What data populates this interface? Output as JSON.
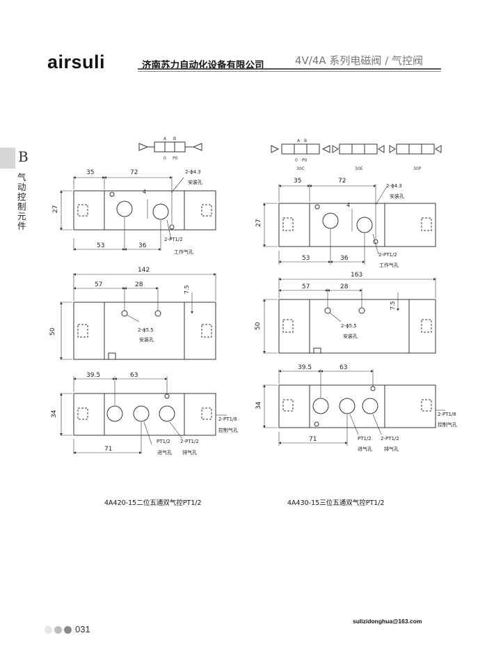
{
  "header": {
    "brand": "airsuli",
    "company": "济南苏力自动化设备有限公司",
    "series": "4V/4A 系列电磁阀 / 气控阀"
  },
  "side_tab": {
    "letter": "B",
    "text": "气动控制元件"
  },
  "left_drawing": {
    "symbol_labels": [
      "A",
      "B",
      "0",
      "P0"
    ],
    "top_view": {
      "dims": [
        "35",
        "72",
        "27",
        "4",
        "53",
        "36"
      ],
      "callouts": [
        "2-ϕ4.3",
        "安装孔",
        "2-PT1/2",
        "工作气孔"
      ]
    },
    "bottom_view": {
      "dims": [
        "142",
        "57",
        "28",
        "7.5",
        "50"
      ],
      "callouts": [
        "2-ϕ5.5",
        "安装孔"
      ]
    },
    "side_view": {
      "dims": [
        "39.5",
        "63",
        "34",
        "71"
      ],
      "callouts": [
        "2-PT1/8",
        "控制气孔",
        "PT1/2",
        "进气孔",
        "2-PT1/2",
        "排气孔"
      ]
    },
    "model": "4A420-15二位五通双气控PT1/2"
  },
  "right_drawing": {
    "symbol_labels": [
      "A",
      "B",
      "0",
      "P0"
    ],
    "symbol_captions": [
      "30C",
      "30E",
      "30P"
    ],
    "top_view": {
      "dims": [
        "35",
        "72",
        "27",
        "4",
        "53",
        "36"
      ],
      "callouts": [
        "2-ϕ4.3",
        "安装孔",
        "2-PT1/2",
        "工作气孔"
      ]
    },
    "bottom_view": {
      "dims": [
        "163",
        "57",
        "28",
        "7.5",
        "50"
      ],
      "callouts": [
        "2-ϕ5.5",
        "安装孔"
      ]
    },
    "side_view": {
      "dims": [
        "39.5",
        "63",
        "34",
        "71"
      ],
      "callouts": [
        "2-PT1/8",
        "控制气孔",
        "PT1/2",
        "进气孔",
        "2-PT1/2",
        "排气孔"
      ]
    },
    "model": "4A430-15三位五通双气控PT1/2"
  },
  "footer": {
    "page_number": "031",
    "email": "sulizidonghua@163.com",
    "dot_colors": [
      "#e6e6e6",
      "#bdbdbd",
      "#8a8a8a"
    ]
  }
}
